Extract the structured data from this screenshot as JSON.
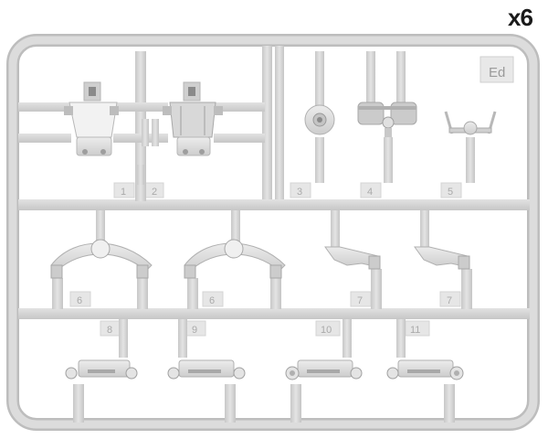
{
  "quantity_badge": "x6",
  "sprue_code": "Ed",
  "part_numbers": [
    "1",
    "2",
    "3",
    "4",
    "5",
    "6",
    "6",
    "7",
    "7",
    "8",
    "9",
    "10",
    "11"
  ],
  "colors": {
    "plastic": "#d4d4d4",
    "plastic_edge": "#bcbcbc",
    "plastic_light": "#e8e8e8",
    "label_text": "#aaaaaa",
    "badge_text": "#1a1a1a"
  }
}
